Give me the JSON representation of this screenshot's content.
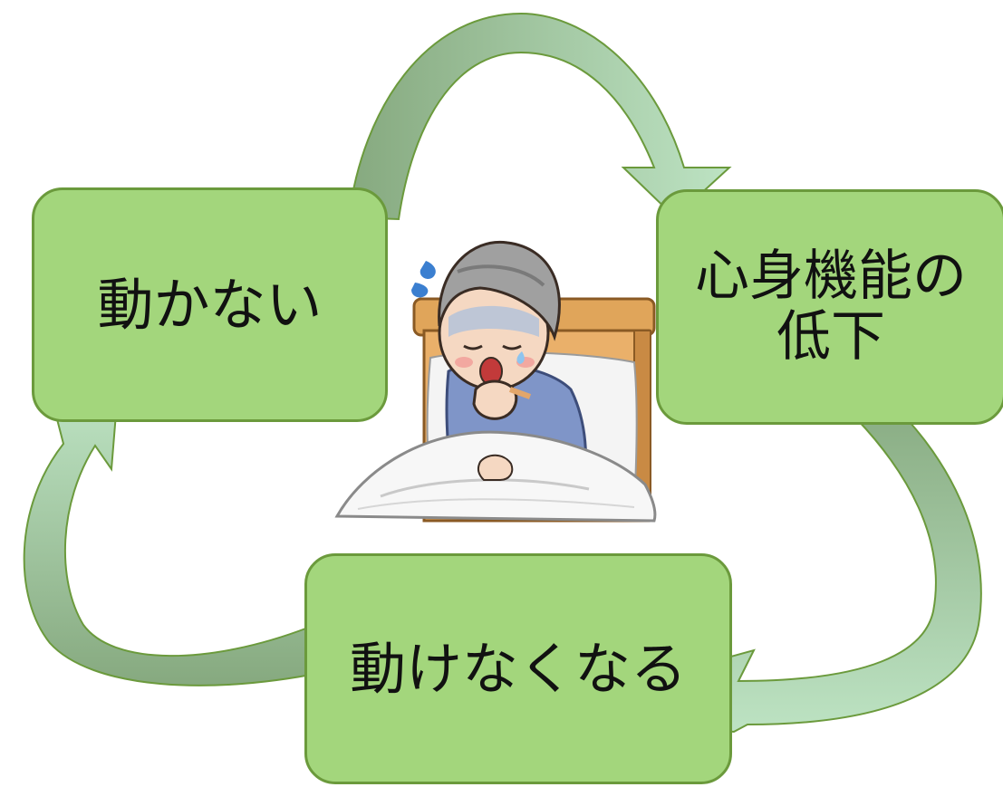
{
  "diagram": {
    "type": "cycle",
    "nodes": [
      {
        "id": "left",
        "label": "動かない"
      },
      {
        "id": "right",
        "label_line1": "心身機能の",
        "label_line2": "低下"
      },
      {
        "id": "bottom",
        "label": "動けなくなる"
      }
    ],
    "arrows": [
      {
        "from": "left",
        "to": "right"
      },
      {
        "from": "right",
        "to": "bottom"
      },
      {
        "from": "bottom",
        "to": "left"
      }
    ],
    "illustration": "elderly-person-sick-in-bed",
    "colors": {
      "box_fill": "#a3d67c",
      "box_border": "#6b9a3c",
      "arrow_dark": "#86a97f",
      "arrow_light": "#bde3c3"
    }
  }
}
